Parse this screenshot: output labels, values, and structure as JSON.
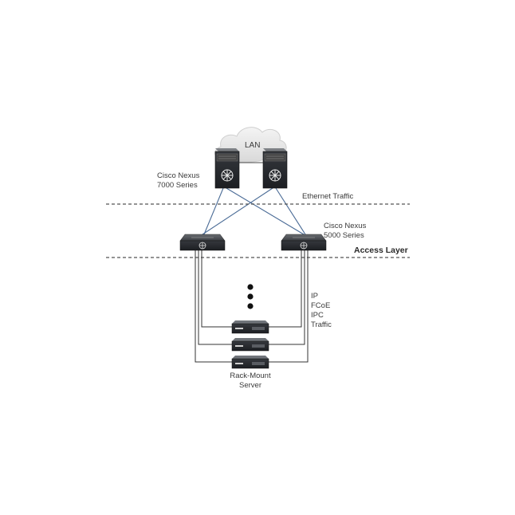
{
  "lan_label": "LAN",
  "nexus7000": {
    "line1": "Cisco Nexus",
    "line2": "7000 Series"
  },
  "ethernet_traffic": "Ethernet Traffic",
  "nexus5000": {
    "line1": "Cisco Nexus",
    "line2": "5000 Series"
  },
  "access_layer": "Access Layer",
  "traffic_types": {
    "line1": "IP",
    "line2": "FCoE",
    "line3": "IPC",
    "line4": "Traffic"
  },
  "server": {
    "line1": "Rack-Mount",
    "line2": "Server"
  },
  "colors": {
    "ethernet_link": "#4a6b96",
    "cable": "#333333",
    "device_top": "#3a3d42",
    "device_face": "#23252a",
    "cloud": "#e9e9e9",
    "divider": "#555555"
  }
}
